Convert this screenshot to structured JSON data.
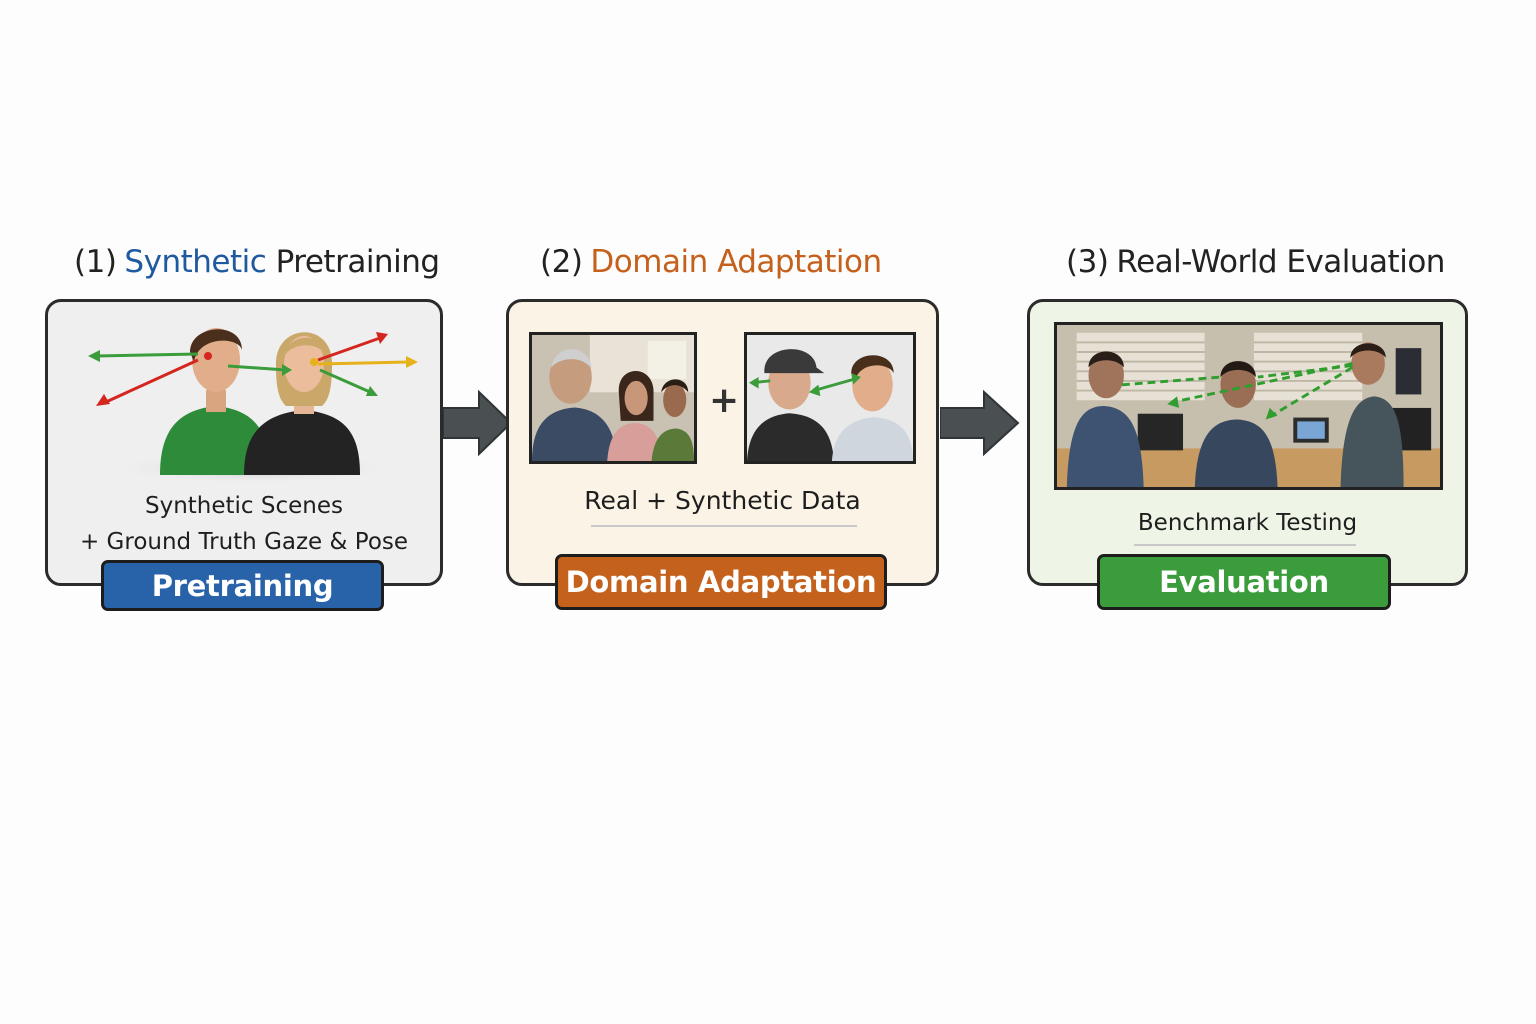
{
  "stages": [
    {
      "number": "(1)",
      "title_highlight": "Synthetic",
      "title_rest": " Pretraining",
      "caption_line1": "Synthetic Scenes",
      "caption_line2": "+ Ground Truth Gaze & Pose",
      "tag": "Pretraining"
    },
    {
      "number": "(2)",
      "title_highlight": "Domain Adaptation",
      "caption": "Real + Synthetic Data",
      "plus": "+",
      "tag": "Domain Adaptation"
    },
    {
      "number": "(3)",
      "title": "Real-World Evaluation",
      "caption": "Benchmark Testing",
      "tag": "Evaluation"
    }
  ],
  "colors": {
    "stage1_accent": "#1f5aa0",
    "stage2_accent": "#c5611c",
    "stage3_accent": "#3a9c3a",
    "arrow": "#4a5052"
  },
  "icons": {
    "flow_arrow": "right-arrow-icon"
  }
}
